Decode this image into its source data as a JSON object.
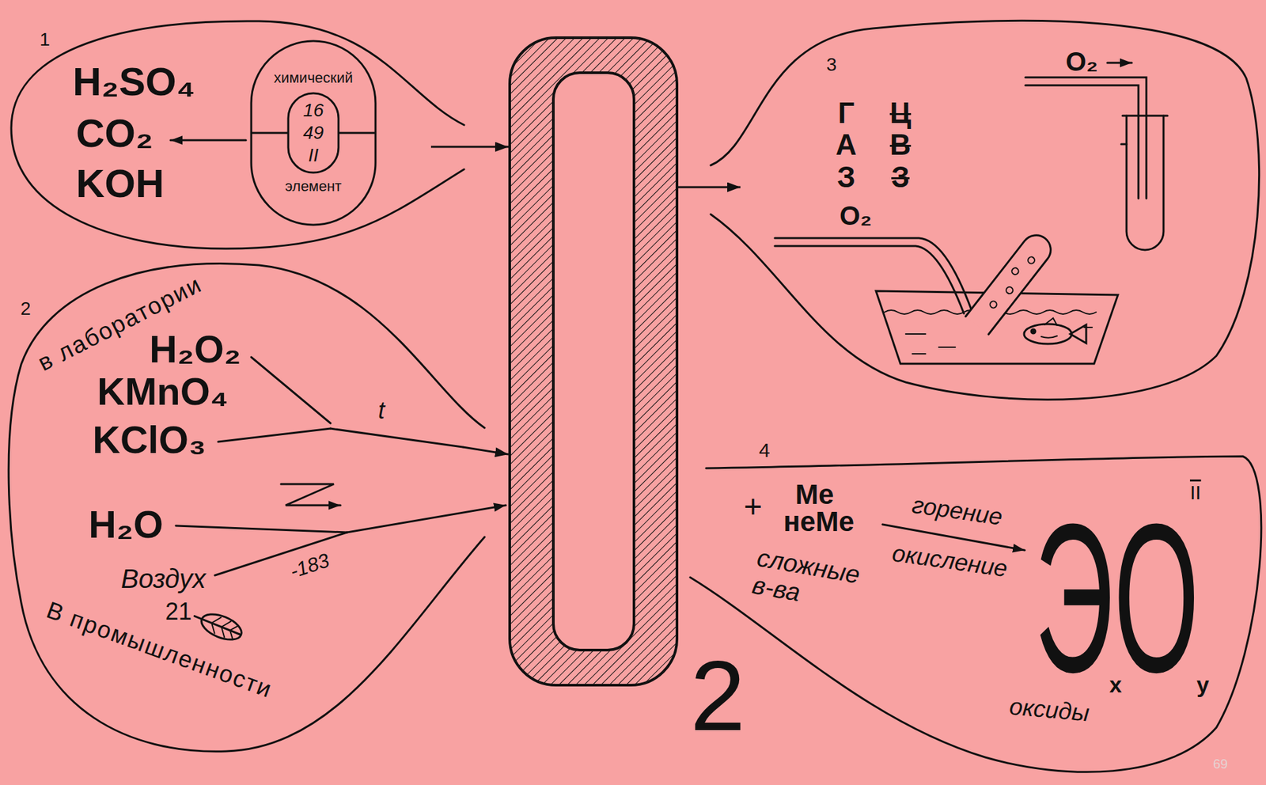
{
  "diagram": {
    "nodes": [
      {
        "text": [
          "1",
          "H₂SO₄",
          "CO₂",
          "KOH"
        ]
      },
      {
        "text": [
          "химический",
          "16",
          "49",
          "II",
          "элемент"
        ],
        "in": 0
      },
      {
        "text": [
          "2",
          "в лаборатории",
          "H₂O₂",
          "KMnO₄",
          "KClO₃",
          "t",
          "H₂O",
          "Воздух",
          "21",
          "-183",
          "В промышленности"
        ]
      },
      {
        "text": [
          "2"
        ]
      },
      {
        "text": [
          "3",
          "ГАЗ",
          "ЦВЗ",
          "O₂",
          "O₂"
        ]
      },
      {
        "text": [
          "4",
          "+",
          "Ме",
          "неМе",
          "сложные в-ва",
          "горение",
          "окисление",
          "ЭO",
          "x",
          "y",
          "II",
          "оксиды"
        ]
      }
    ],
    "edges": [
      {
        "from": 0,
        "to": 3,
        "arrow": "to"
      },
      {
        "from": 2,
        "to": 3,
        "arrow": "to"
      },
      {
        "from": 3,
        "to": 4,
        "arrow": "to"
      }
    ],
    "labels": [
      "69"
    ]
  }
}
